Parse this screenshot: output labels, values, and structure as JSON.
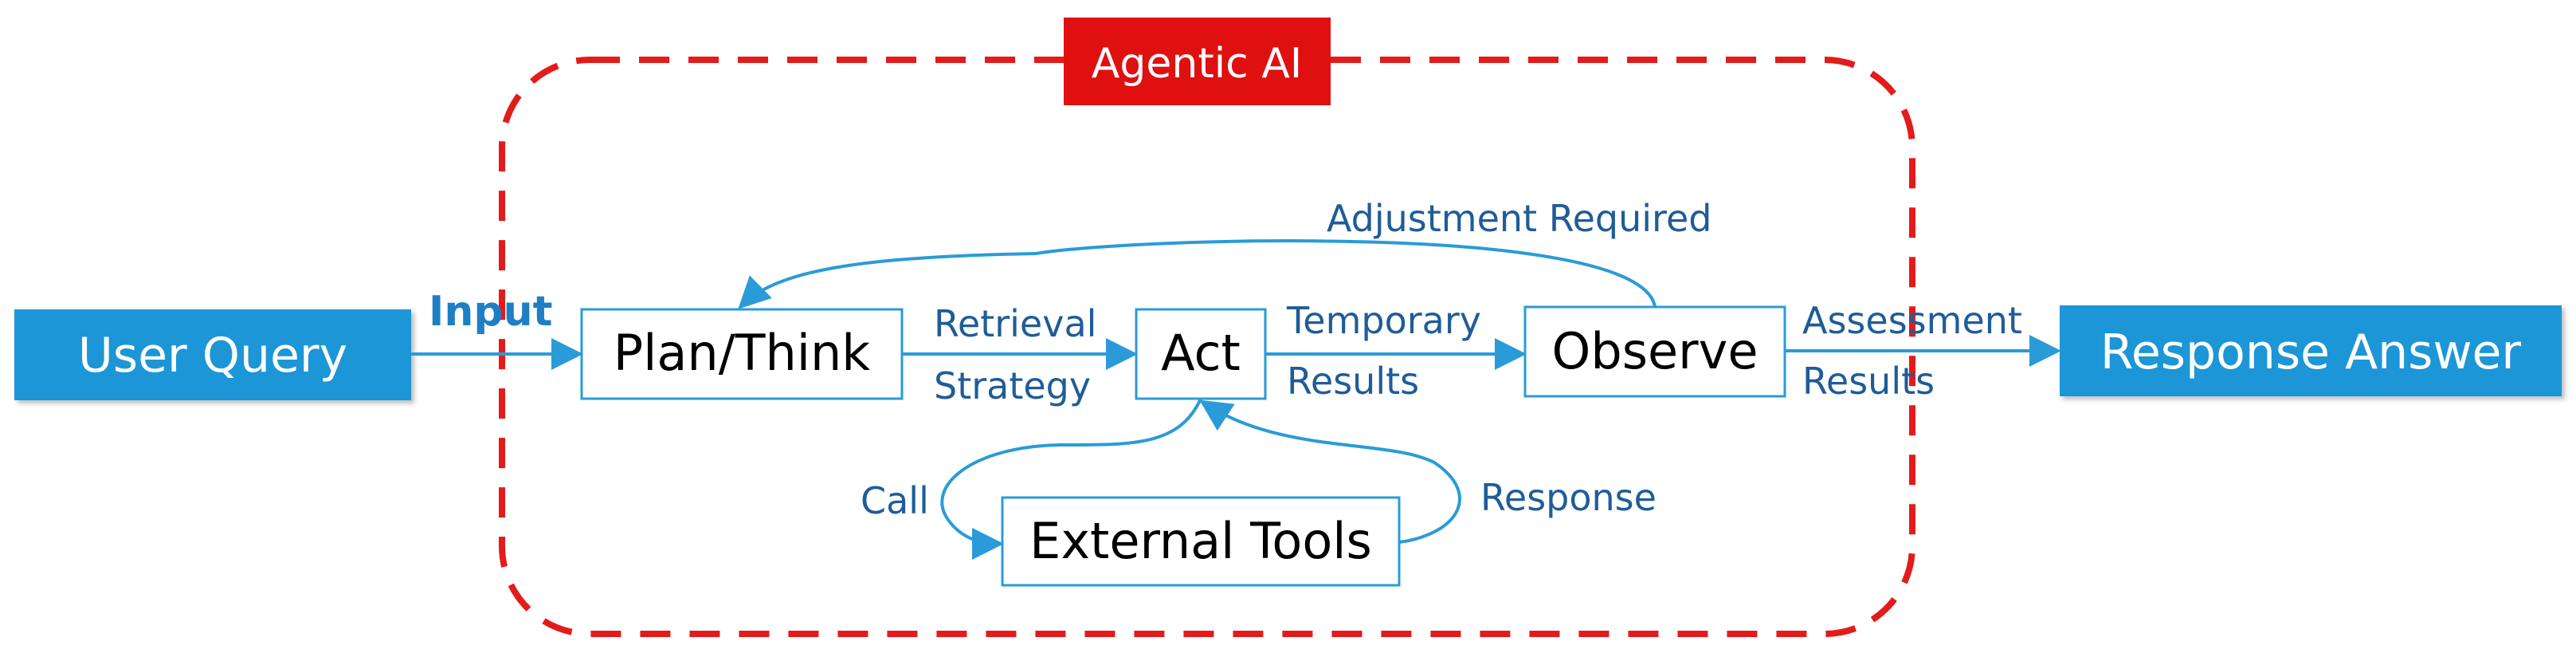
{
  "title": "Agentic AI",
  "nodes": {
    "user_query": "User Query",
    "plan_think": "Plan/Think",
    "act": "Act",
    "observe": "Observe",
    "external_tools": "External Tools",
    "response_answer": "Response Answer"
  },
  "edges": {
    "input": "Input",
    "retrieval_strategy": [
      "Retrieval",
      "Strategy"
    ],
    "temporary_results": [
      "Temporary",
      "Results"
    ],
    "assessment_results": [
      "Assessment",
      "Results"
    ],
    "adjustment_required": "Adjustment Required",
    "call": "Call",
    "response": "Response"
  },
  "colors": {
    "boundary": "#e31b1b",
    "title_fill": "#e01010",
    "blue_box": "#1e96d6",
    "arrow": "#2a9bd8",
    "edge_label": "#1f5c99",
    "node_border": "#2a9bd8"
  }
}
